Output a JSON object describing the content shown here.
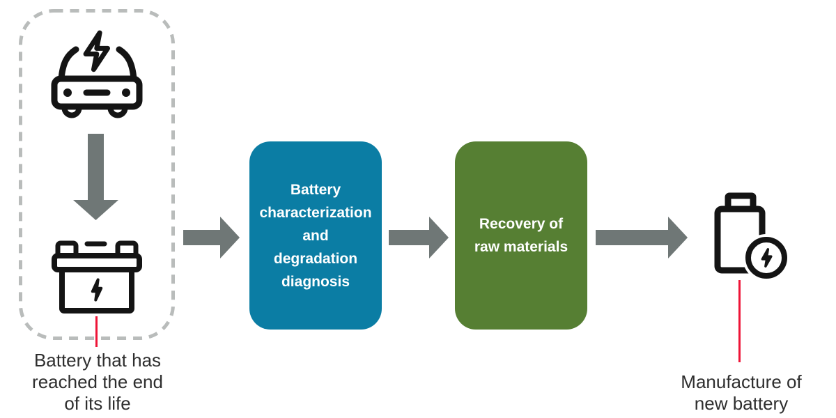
{
  "diagram": {
    "title_implicit": "Battery recycling process flow",
    "source_group": {
      "label": "Battery that has reached the end of its life",
      "label_lines": [
        "Battery that has",
        "reached the end",
        "of its life"
      ],
      "icons": [
        "electric-car-icon",
        "down-arrow-icon",
        "car-battery-icon"
      ]
    },
    "steps": [
      {
        "label": "Battery characterization and degradation diagnosis",
        "label_lines": [
          "Battery",
          "characterization",
          "and",
          "degradation",
          "diagnosis"
        ],
        "color": "#0b7da4"
      },
      {
        "label": "Recovery of raw materials",
        "label_lines": [
          "Recovery of",
          "raw materials"
        ],
        "color": "#567f33"
      }
    ],
    "result": {
      "label": "Manufacture of new battery",
      "label_lines": [
        "Manufacture of",
        "new battery"
      ],
      "icon": "new-battery-icon"
    },
    "colors": {
      "teal_box": "#0b7da4",
      "green_box": "#567f33",
      "arrow_gray": "#6f7776",
      "dashed_outline_gray": "#b9bcbb",
      "connector_red": "#ee1437",
      "icon_black": "#141414",
      "caption_text": "#2e2e2e",
      "box_text": "#ffffff",
      "background": "#ffffff"
    }
  }
}
